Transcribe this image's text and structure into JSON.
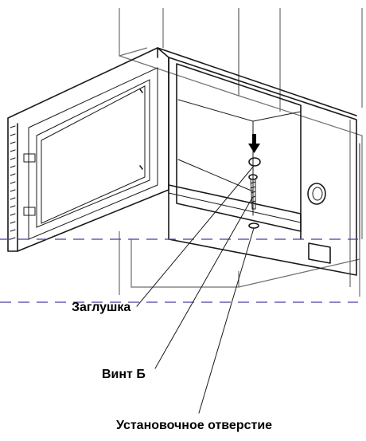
{
  "labels": {
    "plug": "Заглушка",
    "screw": "Винт Б",
    "mounting_hole": "Установочное отверстие"
  },
  "icons": [
    "arrow-down-icon"
  ],
  "colors": {
    "lines": "#1a1a1a",
    "guide_dash": "#4a3fa0",
    "background": "#ffffff"
  }
}
